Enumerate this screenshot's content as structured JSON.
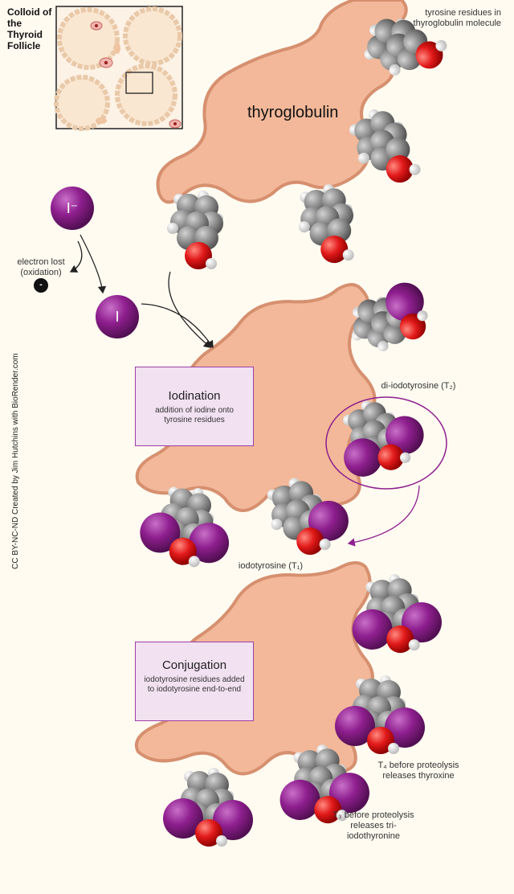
{
  "inset": {
    "title": "Colloid of the Thyroid Follicle"
  },
  "labels": {
    "tyrosine_residues": "tyrosine residues in thyroglobulin molecule",
    "thyroglobulin": "thyroglobulin",
    "iodide": "I⁻",
    "iodine": "I",
    "electron_lost": "electron lost (oxidation)",
    "electron_symbol": "-",
    "di_iodotyrosine": "di-iodotyrosine (T₂)",
    "iodotyrosine": "iodotyrosine (T₁)",
    "t4_note": "T₄ before proteolysis releases thyroxine",
    "t3_note": "T₃ before proteolysis releases tri-iodothyronine"
  },
  "iodination": {
    "title": "Iodination",
    "subtitle": "addition of iodine onto tyrosine residues"
  },
  "conjugation": {
    "title": "Conjugation",
    "subtitle": "iodotyrosine residues added to iodotyrosine end-to-end"
  },
  "credit": "CC BY-NC-ND Created by Jim Hutchins with BioRender.com",
  "colors": {
    "background": "#fffbf1",
    "protein_fill": "#f2b899",
    "protein_edge": "#d6906f",
    "carbon": "#8c8c8c",
    "hydrogen": "#f4f4f4",
    "oxygen": "#e21a1a",
    "iodine": "#8f1f8f",
    "box_fill": "#f1e1f1",
    "box_border": "#9b3fa6"
  }
}
